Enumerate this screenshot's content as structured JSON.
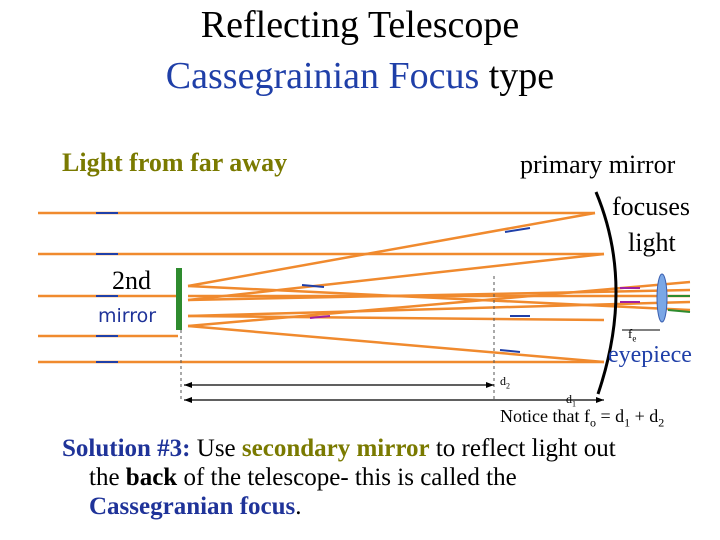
{
  "title": {
    "line1": "Reflecting Telescope",
    "line2_highlight": "Cassegrainian Focus",
    "line2_rest": " type"
  },
  "labels": {
    "light_from_far": "Light from far away",
    "primary_mirror": "primary mirror",
    "focuses": "focuses",
    "light": "light",
    "second": "2nd",
    "mirror": "mirror",
    "fe": "f",
    "fe_sub": "e",
    "eyepiece": "eyepiece",
    "d2": "d",
    "d2_sub": "2",
    "d1": "d",
    "d1_sub": "1"
  },
  "notice": {
    "prefix": "Notice that ",
    "f": "f",
    "f_sub": "o",
    "eq": " = d",
    "d1_sub": "1",
    "plus": " + d",
    "d2_sub": "2"
  },
  "solution": {
    "heading": "Solution #3:",
    "t1": "  Use ",
    "secondary_mirror": "secondary mirror",
    "t2": " to reflect light out",
    "t3": "the ",
    "back": "back",
    "t4": " of the telescope- this is called the",
    "cassegranian_focus": "Cassegranian focus",
    "t5": "."
  },
  "colors": {
    "ray": "#f08a2e",
    "heading_blue": "#1f3fa8",
    "olive": "#7a7a00",
    "mirror_green": "#2e8b2e",
    "lens": "#7aa7e6"
  }
}
